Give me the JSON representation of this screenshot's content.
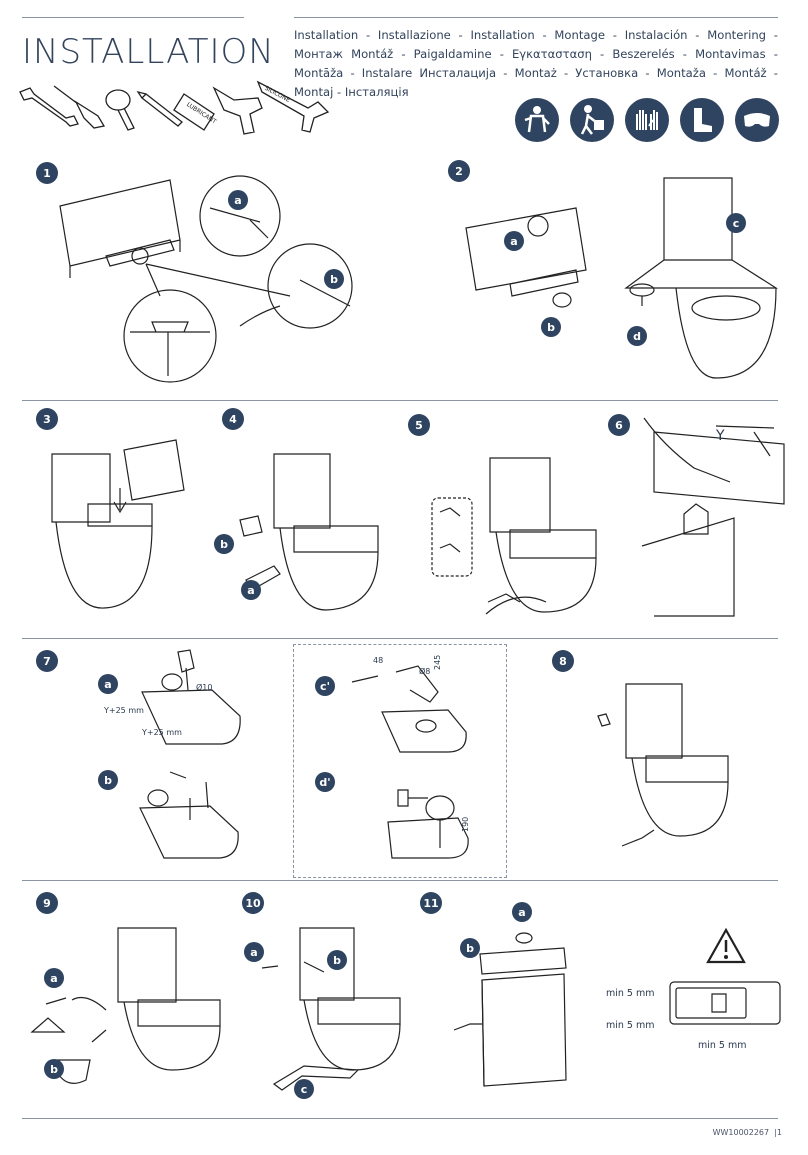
{
  "header": {
    "title": "INSTALLATION",
    "languages": "Installation - Installazione - Installation - Montage - Instalación - Montering - Монтаж Montáž - Paigaldamine - Εγκατασταση - Beszerelés - Montavimas - Montāža - Instalare Инсталација - Montaż - Установка - Montaža - Montáž - Montaj - Інсталяція",
    "tools": [
      "spanner-icon",
      "screwdriver-icon",
      "tape-measure-icon",
      "pencil-icon",
      "lubricant-icon",
      "drill-icon",
      "silicone-gun-icon"
    ],
    "lubricant_label": "LUBRICANT",
    "silicone_label": "SILICONE",
    "ppe_icons": [
      "protective-suit-icon",
      "lift-carefully-icon",
      "gloves-icon",
      "safety-boots-icon",
      "goggles-icon"
    ]
  },
  "steps": {
    "s1": {
      "number": "1",
      "a": "a",
      "b": "b"
    },
    "s2": {
      "number": "2",
      "a": "a",
      "b": "b",
      "c": "c",
      "d": "d"
    },
    "s3": {
      "number": "3"
    },
    "s4": {
      "number": "4",
      "a": "a",
      "b": "b"
    },
    "s5": {
      "number": "5"
    },
    "s6": {
      "number": "6",
      "y": "Y"
    },
    "s7": {
      "number": "7",
      "a": "a",
      "b": "b",
      "c": "c'",
      "d": "d'",
      "phi10": "Ø10",
      "y25a": "Y+25 mm",
      "y25b": "Y+25 mm",
      "d48": "48",
      "phi8": "Ø8",
      "d245": "245",
      "d190": "190"
    },
    "s8": {
      "number": "8"
    },
    "s9": {
      "number": "9",
      "a": "a",
      "b": "b"
    },
    "s10": {
      "number": "10",
      "a": "a",
      "b": "b",
      "c": "c"
    },
    "s11": {
      "number": "11",
      "a": "a",
      "b": "b",
      "min1": "min 5 mm",
      "min2": "min 5 mm",
      "min3": "min 5 mm"
    }
  },
  "footer": {
    "code": "WW10002267",
    "page": "1"
  },
  "colors": {
    "navy": "#2f4460",
    "line": "#222222",
    "rule": "#8a94a3"
  }
}
